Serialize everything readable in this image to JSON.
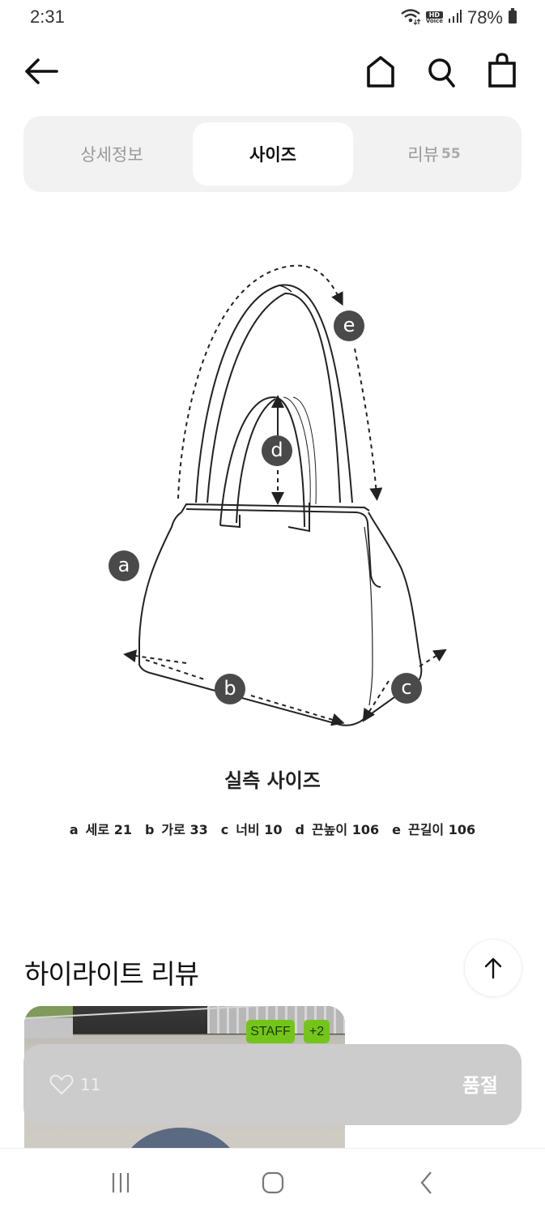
{
  "status_bar": {
    "time": "2:31",
    "battery": "78%",
    "icons": [
      "wifi-icon",
      "hd-voice-icon",
      "signal-icon",
      "battery-icon"
    ],
    "hd_label": "HD",
    "voice_label": "Voice"
  },
  "top_nav": {
    "icons": [
      "back-arrow-icon",
      "home-icon",
      "search-icon",
      "shopping-bag-icon"
    ]
  },
  "tabs": [
    {
      "label": "상세정보",
      "active": false
    },
    {
      "label": "사이즈",
      "active": true
    },
    {
      "label": "리뷰",
      "count": "55",
      "active": false
    }
  ],
  "size_diagram": {
    "badges": [
      "a",
      "b",
      "c",
      "d",
      "e"
    ],
    "title": "실측 사이즈",
    "measurements": [
      {
        "key": "a",
        "label": "세로",
        "value": "21"
      },
      {
        "key": "b",
        "label": "가로",
        "value": "33"
      },
      {
        "key": "c",
        "label": "너비",
        "value": "10"
      },
      {
        "key": "d",
        "label": "끈높이",
        "value": "106"
      },
      {
        "key": "e",
        "label": "끈길이",
        "value": "106"
      }
    ]
  },
  "highlight_review": {
    "title": "하이라이트 리뷰",
    "tags": [
      "STAFF",
      "+2"
    ]
  },
  "action_bar": {
    "like_count": "11",
    "button_label": "품절"
  },
  "colors": {
    "tag_green": "#74c51a",
    "action_bar_bg": "#cccccc",
    "badge_bg": "#4a4a4a",
    "tab_bg": "#f2f2f2"
  }
}
